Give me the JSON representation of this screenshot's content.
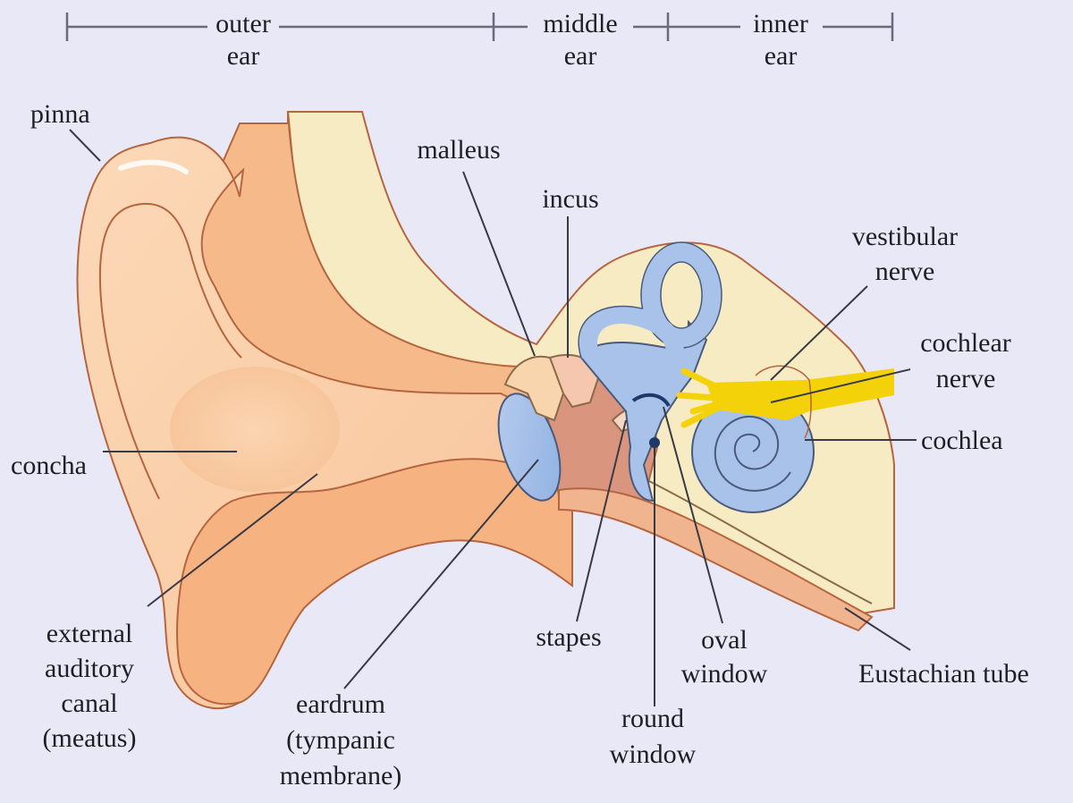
{
  "title": "Anatomy of the human ear",
  "colors": {
    "background": "#e9e8f7",
    "skin_light": "#fbd2ad",
    "skin_mid": "#f7ba8a",
    "skin_dark": "#f3a672",
    "bone": "#f6ecc2",
    "middle_ear_cavity": "#d99680",
    "labyrinth": "#a9c2ea",
    "nerve": "#f4d20a",
    "outline": "#b5653f"
  },
  "sections": [
    {
      "id": "outer",
      "line1": "outer",
      "line2": "ear"
    },
    {
      "id": "middle",
      "line1": "middle",
      "line2": "ear"
    },
    {
      "id": "inner",
      "line1": "inner",
      "line2": "ear"
    }
  ],
  "labels": {
    "pinna": [
      "pinna"
    ],
    "concha": [
      "concha"
    ],
    "external_auditory_canal": [
      "external",
      "auditory",
      "canal",
      "(meatus)"
    ],
    "eardrum": [
      "eardrum",
      "(tympanic",
      "membrane)"
    ],
    "malleus": [
      "malleus"
    ],
    "incus": [
      "incus"
    ],
    "stapes": [
      "stapes"
    ],
    "round_window": [
      "round",
      "window"
    ],
    "oval_window": [
      "oval",
      "window"
    ],
    "vestibular_nerve": [
      "vestibular",
      "nerve"
    ],
    "cochlear_nerve": [
      "cochlear",
      "nerve"
    ],
    "cochlea": [
      "cochlea"
    ],
    "eustachian_tube": [
      "Eustachian tube"
    ]
  }
}
